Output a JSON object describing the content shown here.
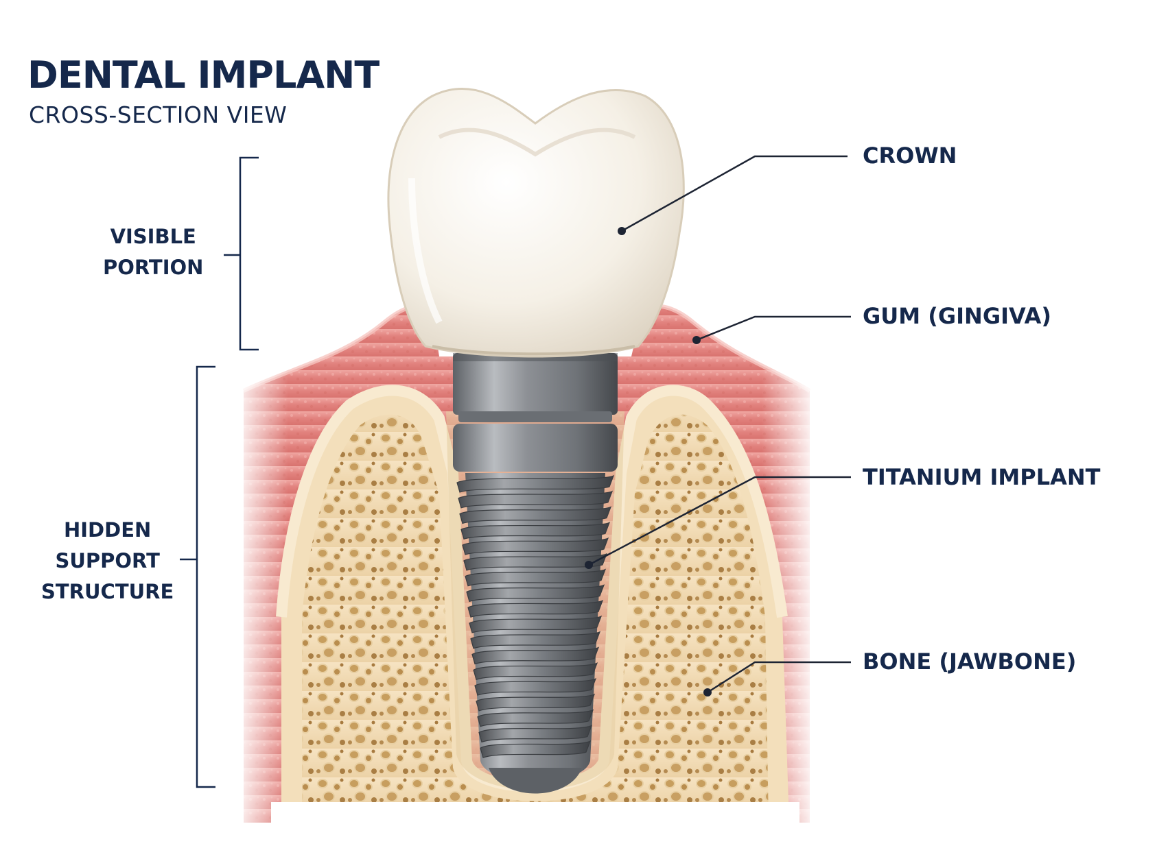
{
  "title": "DENTAL IMPLANT",
  "subtitle": "CROSS-SECTION VIEW",
  "brackets": {
    "visible": [
      "VISIBLE",
      "PORTION"
    ],
    "hidden": [
      "HIDDEN",
      "SUPPORT",
      "STRUCTURE"
    ]
  },
  "labels": {
    "crown": "CROWN",
    "gum": "GUM (GINGIVA)",
    "implant": "TITANIUM IMPLANT",
    "bone": "BONE (JAWBONE)"
  },
  "colors": {
    "text": "#15284b",
    "gum": "#e08a86",
    "bone": "#f1dcb5",
    "crown": "#f6f2ea",
    "titanium": "#8a8d91"
  },
  "icons": [
    "tooth-crown-illustration",
    "titanium-screw-illustration",
    "gum-tissue-illustration",
    "jawbone-illustration"
  ]
}
